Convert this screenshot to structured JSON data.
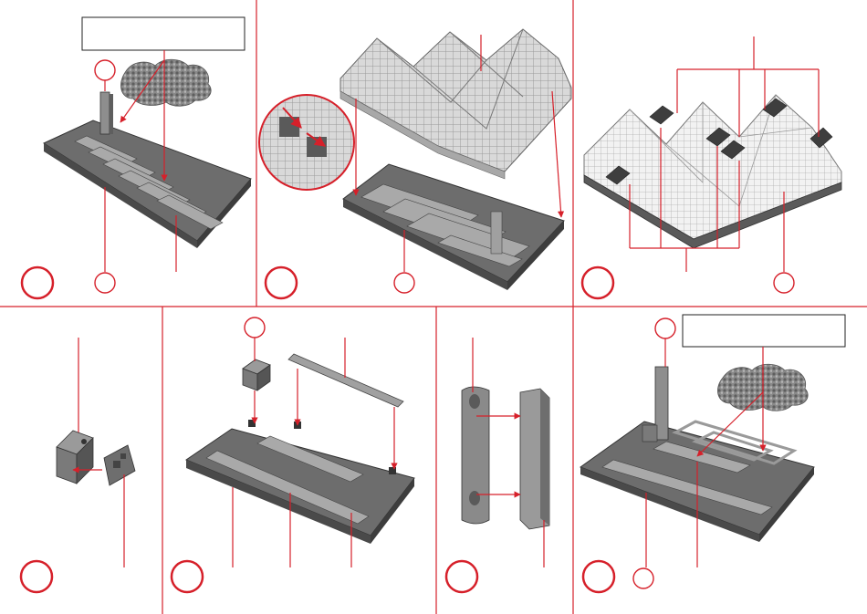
{
  "sheet": {
    "accent_color": "#d6202a",
    "panel_count": 7,
    "panels": [
      {
        "id": "panel-1",
        "note_box": true,
        "step_label": "",
        "icons": [
          "chimney-icon",
          "foliage-icon",
          "base-plate-icon"
        ]
      },
      {
        "id": "panel-2",
        "note_box": false,
        "step_label": "",
        "icons": [
          "greenhouse-roof-icon",
          "magnifier-detail-icon",
          "base-plate-icon"
        ]
      },
      {
        "id": "panel-3",
        "note_box": false,
        "step_label": "",
        "icons": [
          "greenhouse-assembled-icon",
          "roof-vent-icon"
        ]
      },
      {
        "id": "panel-4",
        "note_box": false,
        "step_label": "",
        "icons": [
          "boiler-box-icon",
          "door-panel-icon"
        ]
      },
      {
        "id": "panel-5",
        "note_box": false,
        "step_label": "",
        "icons": [
          "boiler-box-icon",
          "beam-icon",
          "base-plate-icon"
        ]
      },
      {
        "id": "panel-6",
        "note_box": false,
        "step_label": "",
        "icons": [
          "chimney-half-icon"
        ]
      },
      {
        "id": "panel-7",
        "note_box": true,
        "step_label": "",
        "icons": [
          "chimney-icon",
          "foliage-icon",
          "frame-icon",
          "base-plate-icon"
        ]
      }
    ]
  }
}
